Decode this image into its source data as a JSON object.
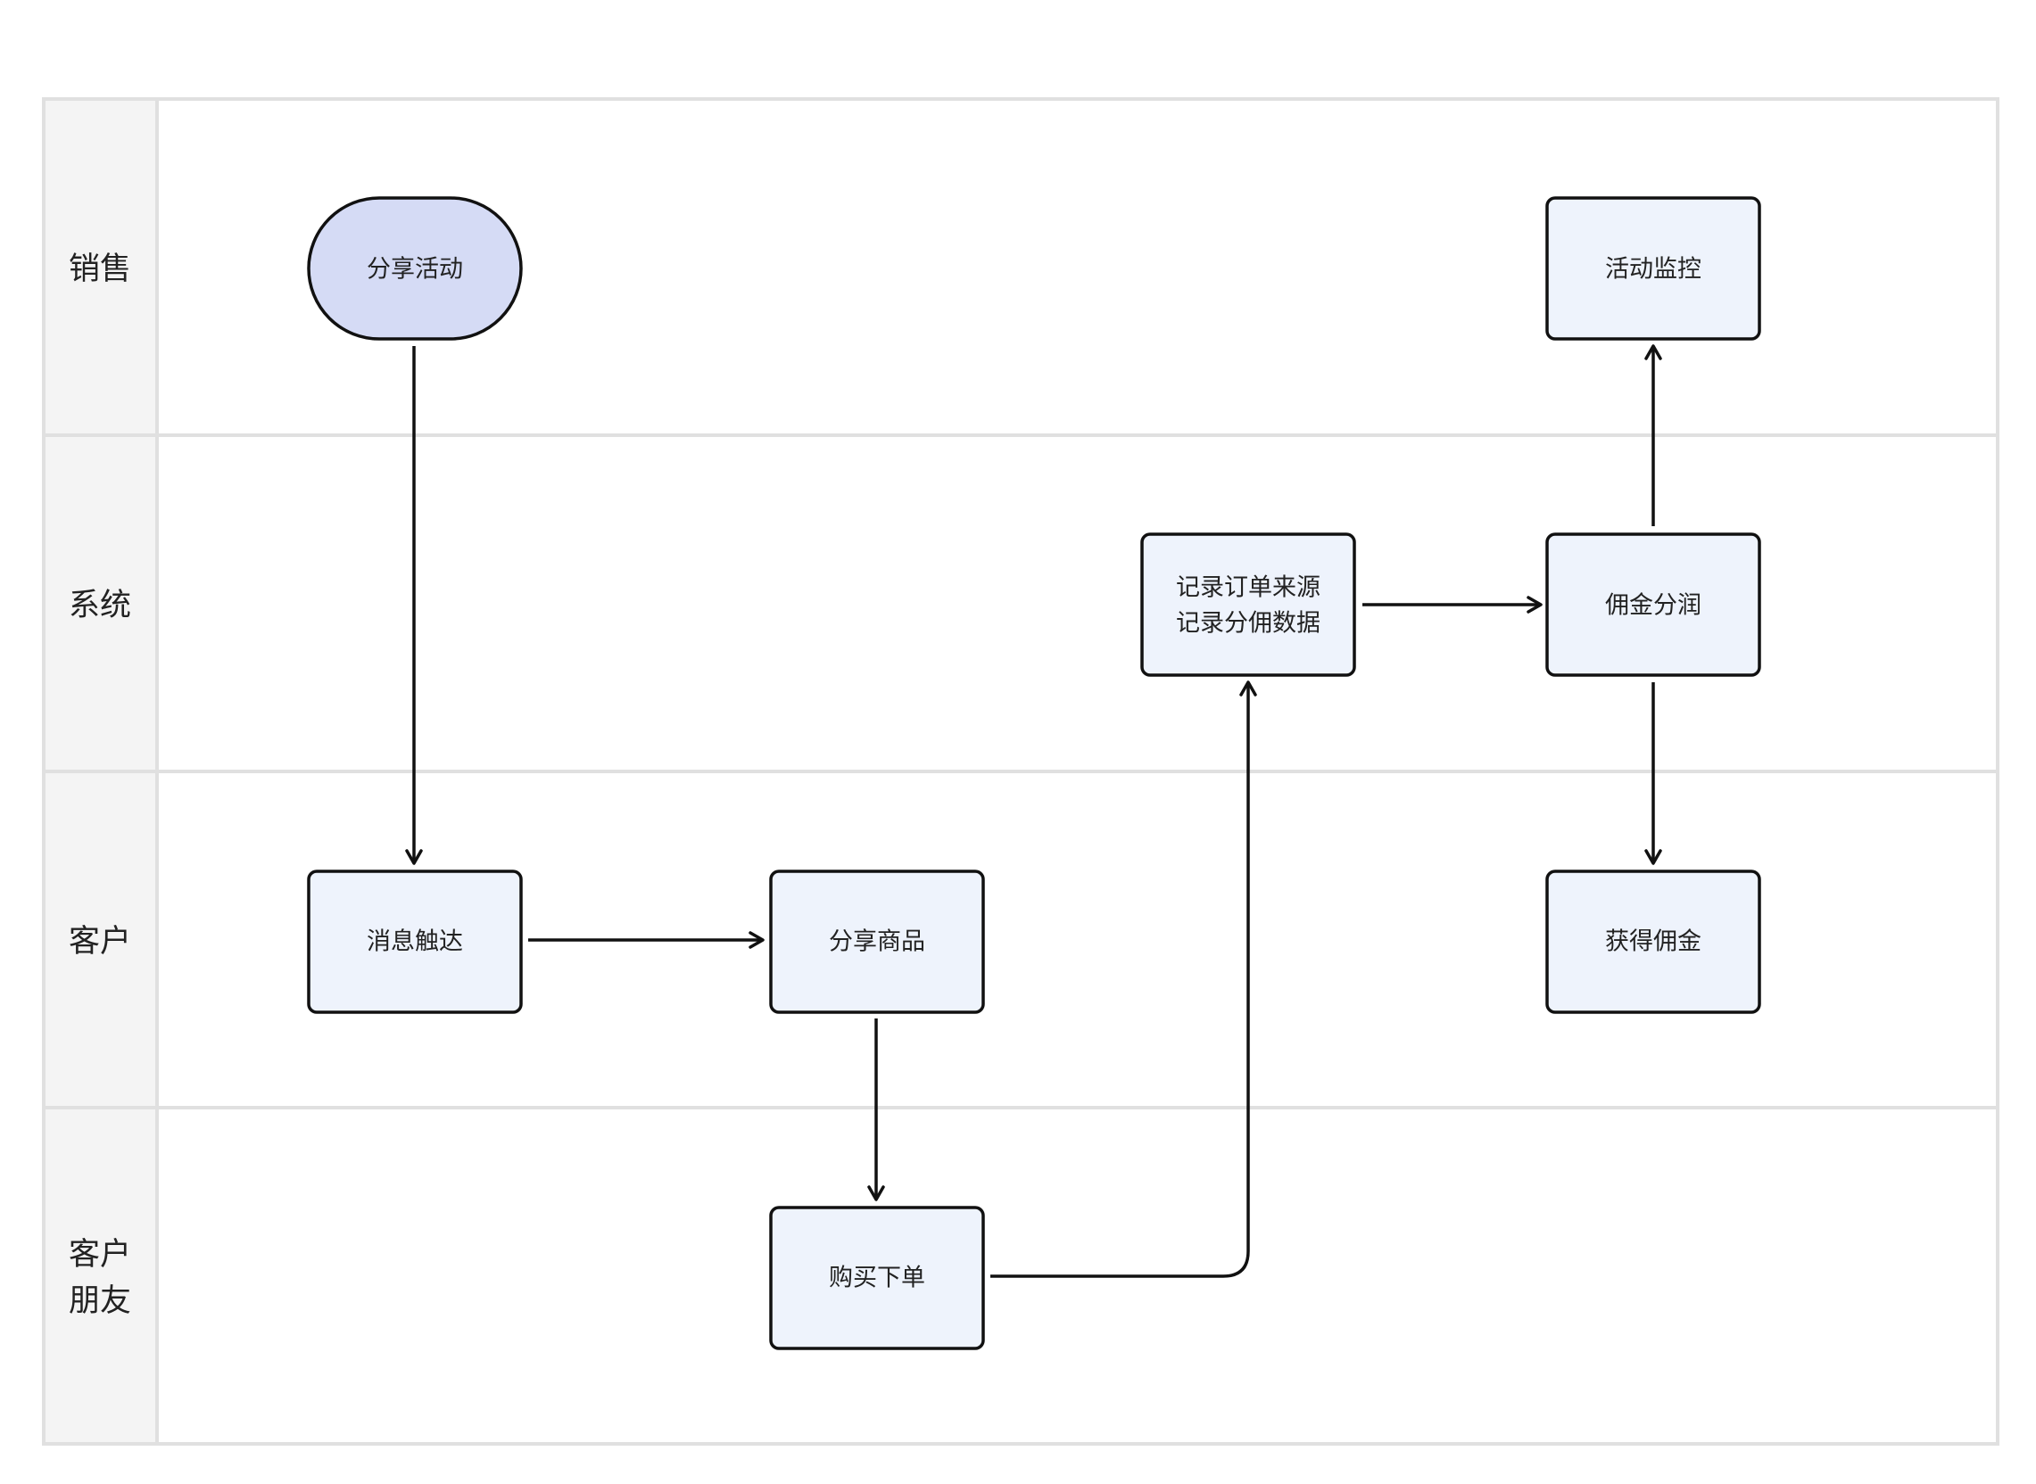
{
  "colors": {
    "lane_header_bg": "#f4f4f4",
    "border": "#e0e0e0",
    "node_fill": "#eef3fc",
    "start_fill": "#d5dbf5",
    "stroke": "#111111"
  },
  "lanes": [
    {
      "id": "sales",
      "label": "销售"
    },
    {
      "id": "system",
      "label": "系统"
    },
    {
      "id": "customer",
      "label": "客户"
    },
    {
      "id": "friend",
      "label_lines": [
        "客户",
        "朋友"
      ]
    }
  ],
  "nodes": [
    {
      "id": "share-activity",
      "shape": "stadium",
      "lines": [
        "分享活动"
      ]
    },
    {
      "id": "activity-monitor",
      "shape": "box",
      "lines": [
        "活动监控"
      ]
    },
    {
      "id": "record-order",
      "shape": "box",
      "lines": [
        "记录订单来源",
        "记录分佣数据"
      ]
    },
    {
      "id": "commission-split",
      "shape": "box",
      "lines": [
        "佣金分润"
      ]
    },
    {
      "id": "message-reach",
      "shape": "box",
      "lines": [
        "消息触达"
      ]
    },
    {
      "id": "share-product",
      "shape": "box",
      "lines": [
        "分享商品"
      ]
    },
    {
      "id": "get-commission",
      "shape": "box",
      "lines": [
        "获得佣金"
      ]
    },
    {
      "id": "purchase-order",
      "shape": "box",
      "lines": [
        "购买下单"
      ]
    }
  ],
  "edges": [
    {
      "from": "share-activity",
      "to": "message-reach"
    },
    {
      "from": "message-reach",
      "to": "share-product"
    },
    {
      "from": "share-product",
      "to": "purchase-order"
    },
    {
      "from": "purchase-order",
      "to": "record-order"
    },
    {
      "from": "record-order",
      "to": "commission-split"
    },
    {
      "from": "commission-split",
      "to": "activity-monitor"
    },
    {
      "from": "commission-split",
      "to": "get-commission"
    }
  ]
}
